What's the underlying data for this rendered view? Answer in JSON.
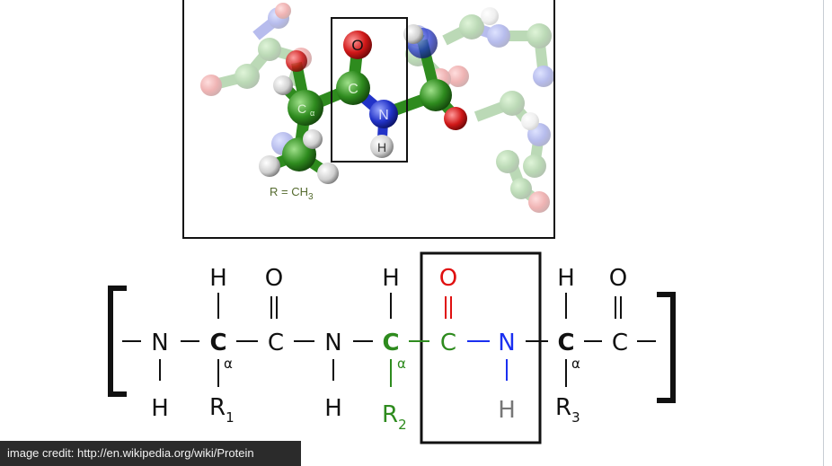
{
  "colors": {
    "green": "#2e8b1e",
    "red": "#e01010",
    "blue": "#1a2ff0",
    "gray": "#777777",
    "black": "#111111",
    "olive": "#556b2f"
  },
  "model": {
    "atom_o": "O",
    "atom_c": "C",
    "atom_ca": "C",
    "atom_ca_sub": "α",
    "atom_n": "N",
    "atom_h": "H",
    "r_label": "R = CH",
    "r_sub": "3"
  },
  "formula": {
    "n1": "N",
    "h_n1": "H",
    "h_c1": "H",
    "c1": "C",
    "alpha1": "α",
    "r1": "R",
    "r1_sub": "1",
    "o1": "O",
    "c2": "C",
    "n2": "N",
    "h_n2": "H",
    "h_c3": "H",
    "c3": "C",
    "alpha2": "α",
    "r2": "R",
    "r2_sub": "2",
    "o2": "O",
    "c4": "C",
    "n3": "N",
    "h_n3": "H",
    "h_c5": "H",
    "c5": "C",
    "alpha3": "α",
    "r3": "R",
    "r3_sub": "3",
    "o3": "O",
    "c6": "C"
  },
  "credit": "image credit: http://en.wikipedia.org/wiki/Protein"
}
